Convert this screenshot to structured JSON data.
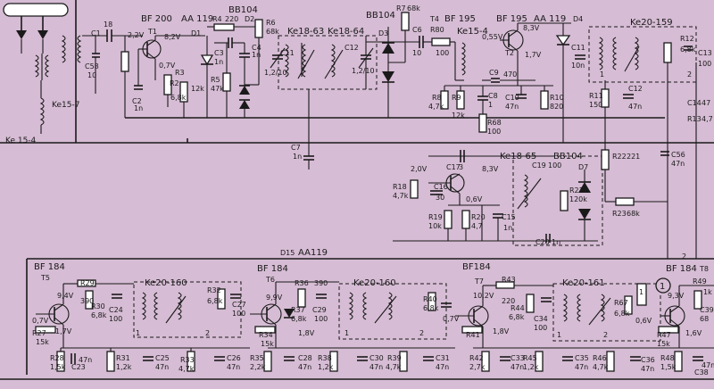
{
  "labels": {
    "ke15_7": "Ke15-7",
    "ke15_4a": "Ke 15-4",
    "c1": "C1",
    "c1v": "18",
    "c58": "C58",
    "c58v": "10",
    "v22": "2,2V",
    "bf200": "BF 200",
    "t1": "T1",
    "v07a": "0,7V",
    "c2": "C2",
    "c2v": "1n",
    "r3": "R3",
    "r3v": "12k",
    "r2": "R2",
    "r2v": "6,8k",
    "aa119a": "AA 119",
    "d1": "D1",
    "v82": "8,2V",
    "bb104a": "BB104",
    "r4": "R4",
    "r4v": "220",
    "d2": "D2",
    "c3": "C3",
    "c3v": "1n",
    "c4": "C4",
    "c4v": "1n",
    "r5": "R5",
    "r5v": "47k",
    "r6": "R6",
    "r6v": "68k",
    "ke18_63": "Ke18-63",
    "ke18_64": "Ke18-64",
    "c11": "C11",
    "c11v": "1,2/10",
    "c12": "C12",
    "c12v": "1,2/10",
    "c7": "C7",
    "c7v": "1n",
    "bb104b": "BB104",
    "d3": "D3",
    "r7": "R7",
    "r7v": "68k",
    "c6": "C6",
    "c6v": "10",
    "t4": "T4",
    "r80": "R80",
    "r80v": "100",
    "bf195a": "BF 195",
    "ke15_4b": "Ke15-4",
    "v055": "0,55V",
    "bf195b": "BF 195",
    "t2": "T2",
    "v83a": "8,3V",
    "v17": "1,7V",
    "aa119b": "AA 119",
    "d4": "D4",
    "c9": "C9",
    "c9v": "470",
    "r8": "R8",
    "r8v": "4,7k",
    "r9": "R9",
    "r9v": "12k",
    "c8": "C8",
    "c8v": "1",
    "c10": "C10",
    "c10v": "47n",
    "r10": "R10",
    "r10v": "820",
    "r68": "R68",
    "r68v": "100",
    "c11b": "C11",
    "c11bv": "10n",
    "r11": "R11",
    "r11v": "150",
    "c12b": "C12",
    "c12bv": "47n",
    "ke20_159": "Ke20-159",
    "r12": "R12",
    "r12v": "6,8k",
    "c13": "C13",
    "c13v": "100",
    "c14": "C14",
    "c14v": "47",
    "r13": "R13",
    "r13v": "4,7",
    "ke18_65": "Ke18-65",
    "bb104c": "BB104",
    "d7": "D7",
    "c19": "C19",
    "c19v": "100",
    "r22": "R22",
    "r22v": "221",
    "c56": "C56",
    "c56v": "47n",
    "v20": "2,0V",
    "c17": "C17",
    "c17v": "3",
    "v83b": "8,3V",
    "r18": "R18",
    "r18v": "4,7k",
    "c16": "C16",
    "c16v": "30",
    "r19": "R19",
    "r19v": "10k",
    "r20": "R20",
    "r20v": "4,7",
    "v06": "0,6V",
    "c15": "C15",
    "c15v": "1n",
    "r21": "R21",
    "r21v": "120k",
    "c20": "C20",
    "c20v": "1n",
    "r23": "R23",
    "r23v": "68k",
    "d15": "D15",
    "aa119c": "AA119",
    "bf184a": "BF 184",
    "t5": "T5",
    "v94": "9,4V",
    "v07b": "0,7V",
    "v17b": "1,7V",
    "r29": "R29",
    "r29v": "390",
    "r30": "R30",
    "r30v": "6,8k",
    "c24": "C24",
    "c24v": "100",
    "ke20_160a": "Ke20-160",
    "r32": "R32",
    "r32v": "6,8k",
    "c27": "C27",
    "c27v": "100",
    "r27": "R27",
    "r27v": "15k",
    "c23": "C23",
    "c23v": "47n",
    "r28": "R28",
    "r28v": "1,5k",
    "r31": "R31",
    "r31v": "1,2k",
    "c25": "C25",
    "c25v": "47n",
    "r33": "R33",
    "r33v": "4,7k",
    "c26": "C26",
    "c26v": "47n",
    "bf184b": "BF 184",
    "t6": "T6",
    "v99": "9,9V",
    "r36": "R36",
    "r36v": "390",
    "r37": "R37",
    "r37v": "6,8k",
    "c29": "C29",
    "c29v": "100",
    "ke20_160b": "Ke20-160",
    "v18a": "1,8V",
    "r34": "R34",
    "r34v": "15k",
    "r35": "R35",
    "r35v": "2,2k",
    "c28": "C28",
    "c28v": "47n",
    "r38": "R38",
    "r38v": "1,2k",
    "c30": "C30",
    "c30v": "47n",
    "r39": "R39",
    "r39v": "4,7k",
    "c31": "C31",
    "c31v": "47n",
    "r40": "R40",
    "r40v": "6,8k",
    "v07c": "0,7V",
    "bf184c": "BF184",
    "t7": "T7",
    "v102": "10,2V",
    "r43": "R43",
    "r43v": "220",
    "r44": "R44",
    "r44v": "6,8k",
    "c34": "C34",
    "c34v": "100",
    "ke20_161": "Ke20-161",
    "r67": "R67",
    "r67v": "6,8k",
    "v06b": "0,6V",
    "v18b": "1,8V",
    "r41": "R41",
    "r42": "R42",
    "r42v": "2,7k",
    "c33": "C33",
    "c33v": "47n",
    "r45": "R45",
    "r45v": "1,2k",
    "c35": "C35",
    "c35v": "47n",
    "r46": "R46",
    "r46v": "4,7k",
    "c36": "C36",
    "c36v": "47n",
    "bf184d": "BF 184",
    "t8": "T8",
    "v93": "9,3V",
    "circ1": "1",
    "r49": "R49",
    "r49v": "1k",
    "c39": "C39",
    "c39v": "68",
    "r47": "R47",
    "r47v": "15k",
    "v16": "1,6V",
    "r48": "R48",
    "r48v": "1,5k",
    "c38": "C38",
    "c38v": "47n",
    "pin2a": "2",
    "pin2b": "2",
    "pin2c": "2",
    "pin2d": "2",
    "pin1a": "1",
    "pin1b": "1",
    "pin1c": "1",
    "pin1d": "1",
    "pin1e": "1",
    "pin2e": "2"
  }
}
